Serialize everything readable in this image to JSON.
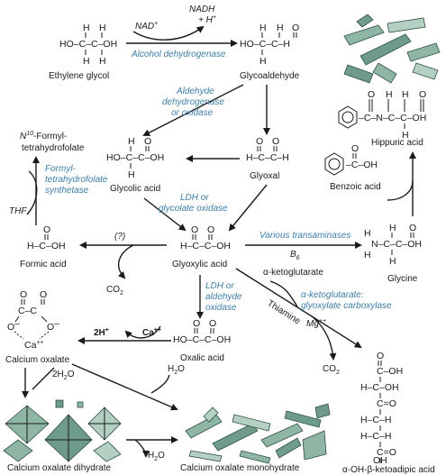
{
  "compounds": {
    "ethylene_glycol": {
      "name": "Ethylene glycol",
      "formula_top": "H H",
      "formula_mid": "HO–C–C–OH",
      "formula_bot": "H H"
    },
    "glycoaldehyde": {
      "name": "Glycoaldehyde"
    },
    "glycolic_acid": {
      "name": "Glycolic acid"
    },
    "glyoxal": {
      "name": "Glyoxal"
    },
    "glyoxylic_acid": {
      "name": "Glyoxylic acid"
    },
    "formic_acid": {
      "name": "Formic acid"
    },
    "oxalic_acid": {
      "name": "Oxalic acid"
    },
    "calcium_oxalate": {
      "name": "Calcium oxalate"
    },
    "calcium_oxalate_dihydrate": {
      "name": "Calcium oxalate dihydrate"
    },
    "calcium_oxalate_monohydrate": {
      "name": "Calcium oxalate monohydrate"
    },
    "hippuric_acid": {
      "name": "Hippuric acid"
    },
    "benzoic_acid": {
      "name": "Benzoic acid"
    },
    "glycine": {
      "name": "Glycine"
    },
    "ketoadipic": {
      "name": "α-OH-β-ketoadipic acid"
    },
    "n10": {
      "line1": "N",
      "sup": "10",
      "line1b": "-Formyl-",
      "line2": "tetrahydrofolate"
    },
    "co2_a": {
      "name": "CO"
    },
    "co2_b": {
      "name": "CO"
    }
  },
  "cofactors": {
    "nad": "NAD",
    "nadh": "NADH",
    "hplus": "+ H",
    "thf": "THF",
    "unknown": "(?)",
    "b6": "B",
    "b6_sub": "6",
    "aketo": "α-ketoglutarate",
    "thiamine": "Thiamine",
    "mg": "Mg",
    "h2o_a": "H",
    "h2o_b": "H",
    "twoh2o": "2H",
    "twoh": "2H",
    "ca": "Ca",
    "ca_complex": "Ca"
  },
  "enzymes": {
    "alcohol_dh": "Alcohol dehydrogenase",
    "aldehyde_line1": "Aldehyde",
    "aldehyde_line2": "dehydrogenase",
    "aldehyde_line3": "or oxidase",
    "formyl_line1": "Formyl-",
    "formyl_line2": "tetrahydrofolate",
    "formyl_line3": "synthetase",
    "ldh_glyco_line1": "LDH or",
    "ldh_glyco_line2": "glycolate oxidase",
    "transaminases": "Various transaminases",
    "ldh_ald_line1": "LDH or",
    "ldh_ald_line2": "aldehyde",
    "ldh_ald_line3": "oxidase",
    "carbox_line1": "α-ketoglutarate:",
    "carbox_line2": "glyoxylate carboxylase"
  }
}
